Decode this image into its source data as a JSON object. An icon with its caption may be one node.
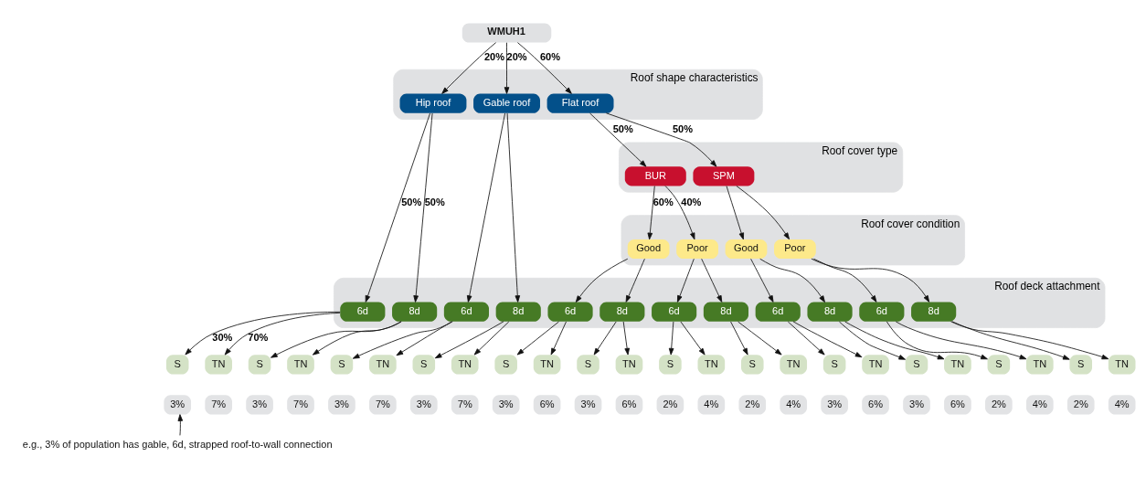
{
  "diagram": {
    "nodes": [
      {
        "text": [
          "WMUH1"
        ]
      },
      {
        "text": [
          "Roof shape characteristics"
        ]
      },
      {
        "text": [
          "Hip roof"
        ],
        "in": 1
      },
      {
        "text": [
          "Gable roof"
        ],
        "in": 1
      },
      {
        "text": [
          "Flat roof"
        ],
        "in": 1
      },
      {
        "text": [
          "Roof cover type"
        ]
      },
      {
        "text": [
          "BUR"
        ],
        "in": 5
      },
      {
        "text": [
          "SPM"
        ],
        "in": 5
      },
      {
        "text": [
          "Roof cover condition"
        ]
      },
      {
        "text": [
          "Good"
        ],
        "in": 8
      },
      {
        "text": [
          "Poor"
        ],
        "in": 8
      },
      {
        "text": [
          "Good"
        ],
        "in": 8
      },
      {
        "text": [
          "Poor"
        ],
        "in": 8
      },
      {
        "text": [
          "Roof deck attachment"
        ]
      },
      {
        "text": [
          "6d"
        ],
        "in": 13
      },
      {
        "text": [
          "8d"
        ],
        "in": 13
      },
      {
        "text": [
          "6d"
        ],
        "in": 13
      },
      {
        "text": [
          "8d"
        ],
        "in": 13
      },
      {
        "text": [
          "6d"
        ],
        "in": 13
      },
      {
        "text": [
          "8d"
        ],
        "in": 13
      },
      {
        "text": [
          "6d"
        ],
        "in": 13
      },
      {
        "text": [
          "8d"
        ],
        "in": 13
      },
      {
        "text": [
          "6d"
        ],
        "in": 13
      },
      {
        "text": [
          "8d"
        ],
        "in": 13
      },
      {
        "text": [
          "6d"
        ],
        "in": 13
      },
      {
        "text": [
          "8d"
        ],
        "in": 13
      },
      {
        "text": [
          "S"
        ]
      },
      {
        "text": [
          "TN"
        ]
      },
      {
        "text": [
          "S"
        ]
      },
      {
        "text": [
          "TN"
        ]
      },
      {
        "text": [
          "S"
        ]
      },
      {
        "text": [
          "TN"
        ]
      },
      {
        "text": [
          "S"
        ]
      },
      {
        "text": [
          "TN"
        ]
      },
      {
        "text": [
          "S"
        ]
      },
      {
        "text": [
          "TN"
        ]
      },
      {
        "text": [
          "S"
        ]
      },
      {
        "text": [
          "TN"
        ]
      },
      {
        "text": [
          "S"
        ]
      },
      {
        "text": [
          "TN"
        ]
      },
      {
        "text": [
          "S"
        ]
      },
      {
        "text": [
          "TN"
        ]
      },
      {
        "text": [
          "S"
        ]
      },
      {
        "text": [
          "TN"
        ]
      },
      {
        "text": [
          "S"
        ]
      },
      {
        "text": [
          "TN"
        ]
      },
      {
        "text": [
          "S"
        ]
      },
      {
        "text": [
          "TN"
        ]
      },
      {
        "text": [
          "S"
        ]
      },
      {
        "text": [
          "TN"
        ]
      },
      {
        "text": [
          "3%"
        ]
      },
      {
        "text": [
          "7%"
        ]
      },
      {
        "text": [
          "3%"
        ]
      },
      {
        "text": [
          "7%"
        ]
      },
      {
        "text": [
          "3%"
        ]
      },
      {
        "text": [
          "7%"
        ]
      },
      {
        "text": [
          "3%"
        ]
      },
      {
        "text": [
          "7%"
        ]
      },
      {
        "text": [
          "3%"
        ]
      },
      {
        "text": [
          "6%"
        ]
      },
      {
        "text": [
          "3%"
        ]
      },
      {
        "text": [
          "6%"
        ]
      },
      {
        "text": [
          "2%"
        ]
      },
      {
        "text": [
          "4%"
        ]
      },
      {
        "text": [
          "2%"
        ]
      },
      {
        "text": [
          "4%"
        ]
      },
      {
        "text": [
          "3%"
        ]
      },
      {
        "text": [
          "6%"
        ]
      },
      {
        "text": [
          "3%"
        ]
      },
      {
        "text": [
          "6%"
        ]
      },
      {
        "text": [
          "2%"
        ]
      },
      {
        "text": [
          "4%"
        ]
      },
      {
        "text": [
          "2%"
        ]
      },
      {
        "text": [
          "4%"
        ]
      },
      {
        "text": [
          "e.g., 3% of population has gable, 6d, strapped roof-to-wall connection"
        ]
      }
    ],
    "edges": [
      {
        "from": 0,
        "to": 2,
        "arrow": "to",
        "label": "20%"
      },
      {
        "from": 0,
        "to": 3,
        "arrow": "to",
        "label": "20%"
      },
      {
        "from": 0,
        "to": 4,
        "arrow": "to",
        "label": "60%"
      },
      {
        "from": 2,
        "to": 14,
        "arrow": "to",
        "label": "50%"
      },
      {
        "from": 2,
        "to": 15,
        "arrow": "to",
        "label": "50%"
      },
      {
        "from": 3,
        "to": 16,
        "arrow": "to"
      },
      {
        "from": 3,
        "to": 17,
        "arrow": "to"
      },
      {
        "from": 4,
        "to": 6,
        "arrow": "to",
        "label": "50%"
      },
      {
        "from": 4,
        "to": 7,
        "arrow": "to",
        "label": "50%"
      },
      {
        "from": 6,
        "to": 9,
        "arrow": "to",
        "label": "60%"
      },
      {
        "from": 6,
        "to": 10,
        "arrow": "to",
        "label": "40%"
      },
      {
        "from": 7,
        "to": 11,
        "arrow": "to"
      },
      {
        "from": 7,
        "to": 12,
        "arrow": "to"
      },
      {
        "from": 9,
        "to": 18,
        "arrow": "to"
      },
      {
        "from": 9,
        "to": 19,
        "arrow": "to"
      },
      {
        "from": 10,
        "to": 20,
        "arrow": "to"
      },
      {
        "from": 10,
        "to": 21,
        "arrow": "to"
      },
      {
        "from": 11,
        "to": 22,
        "arrow": "to"
      },
      {
        "from": 11,
        "to": 23,
        "arrow": "to"
      },
      {
        "from": 12,
        "to": 24,
        "arrow": "to"
      },
      {
        "from": 12,
        "to": 25,
        "arrow": "to"
      },
      {
        "from": 14,
        "to": 26,
        "arrow": "to",
        "label": "30%"
      },
      {
        "from": 14,
        "to": 27,
        "arrow": "to",
        "label": "70%"
      },
      {
        "from": 15,
        "to": 28,
        "arrow": "to"
      },
      {
        "from": 15,
        "to": 29,
        "arrow": "to"
      },
      {
        "from": 16,
        "to": 30,
        "arrow": "to"
      },
      {
        "from": 16,
        "to": 31,
        "arrow": "to"
      },
      {
        "from": 17,
        "to": 32,
        "arrow": "to"
      },
      {
        "from": 17,
        "to": 33,
        "arrow": "to"
      },
      {
        "from": 18,
        "to": 34,
        "arrow": "to"
      },
      {
        "from": 18,
        "to": 35,
        "arrow": "to"
      },
      {
        "from": 19,
        "to": 36,
        "arrow": "to"
      },
      {
        "from": 19,
        "to": 37,
        "arrow": "to"
      },
      {
        "from": 20,
        "to": 38,
        "arrow": "to"
      },
      {
        "from": 20,
        "to": 39,
        "arrow": "to"
      },
      {
        "from": 21,
        "to": 40,
        "arrow": "to"
      },
      {
        "from": 21,
        "to": 41,
        "arrow": "to"
      },
      {
        "from": 22,
        "to": 42,
        "arrow": "to"
      },
      {
        "from": 22,
        "to": 43,
        "arrow": "to"
      },
      {
        "from": 23,
        "to": 44,
        "arrow": "to"
      },
      {
        "from": 23,
        "to": 45,
        "arrow": "to"
      },
      {
        "from": 24,
        "to": 46,
        "arrow": "to"
      },
      {
        "from": 24,
        "to": 47,
        "arrow": "to"
      },
      {
        "from": 25,
        "to": 48,
        "arrow": "to"
      },
      {
        "from": 25,
        "to": 49,
        "arrow": "to"
      },
      {
        "from": 74,
        "to": 50,
        "arrow": "to"
      }
    ]
  }
}
